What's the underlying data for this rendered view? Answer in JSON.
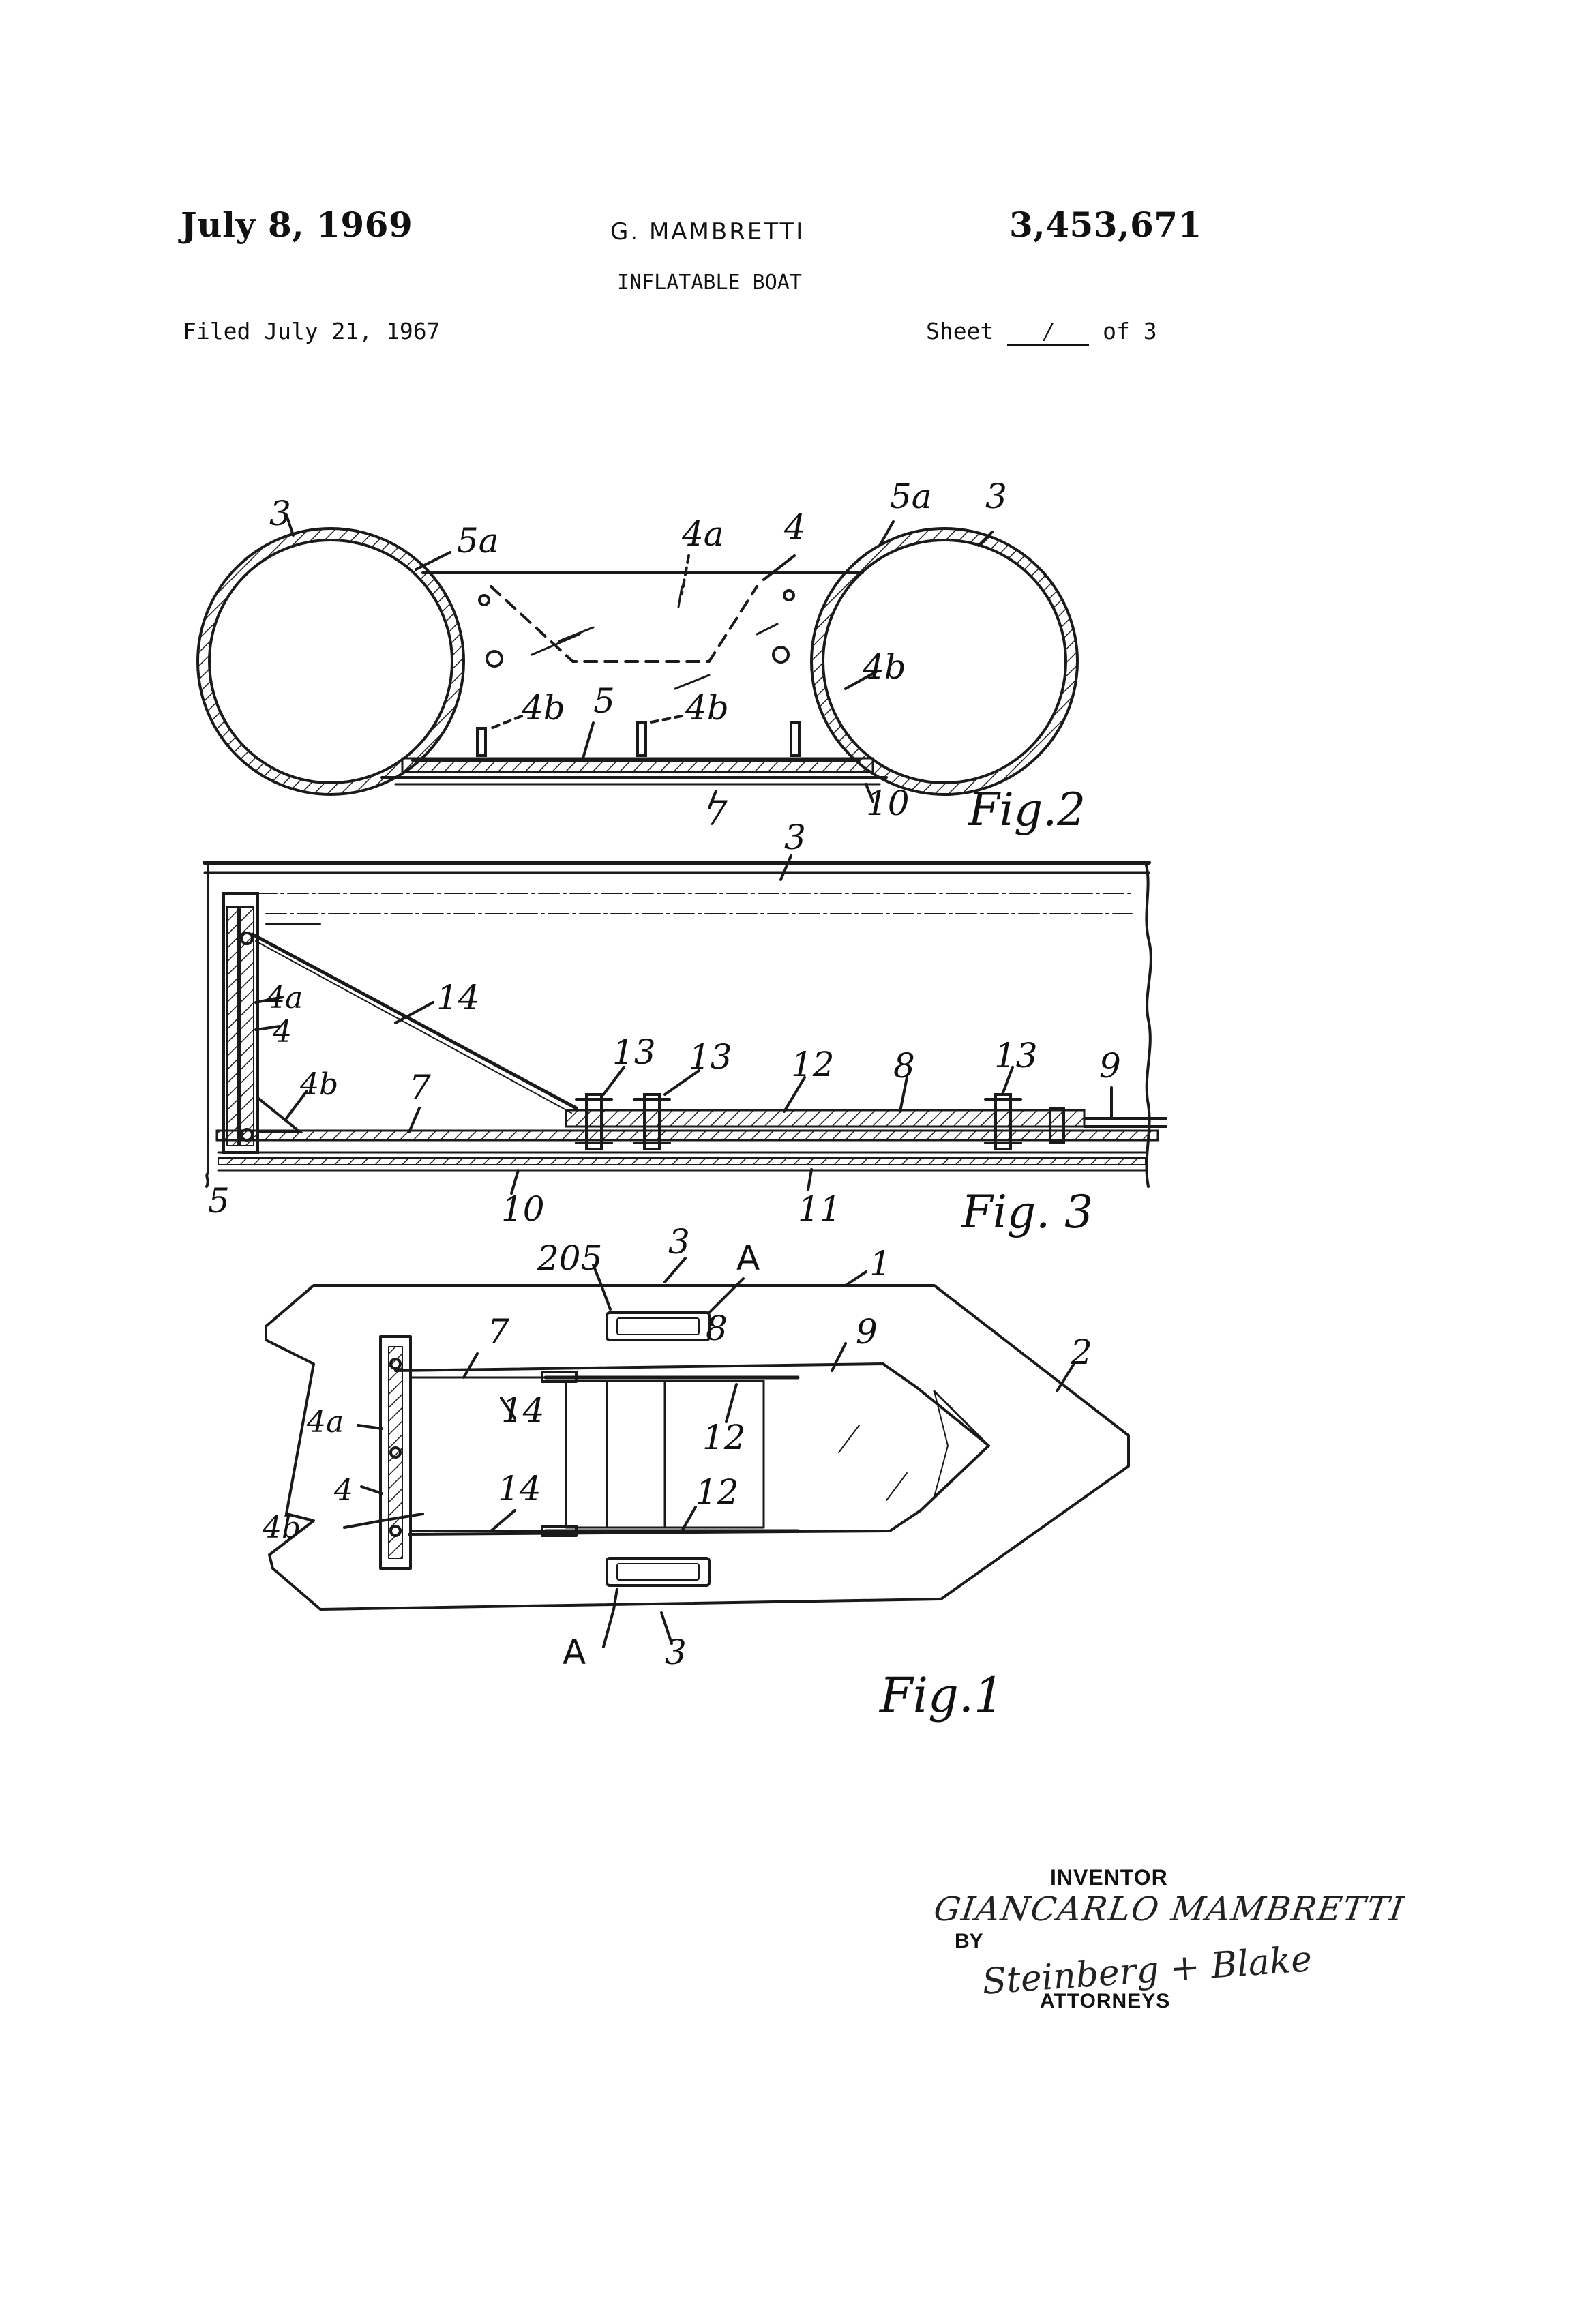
{
  "header": {
    "date": "July 8, 1969",
    "inventor": "G. MAMBRETTI",
    "patent_number": "3,453,671",
    "title": "INFLATABLE BOAT",
    "filed": "Filed July 21, 1967",
    "sheet_prefix": "Sheet",
    "sheet_number": "/",
    "sheet_suffix": "of 3"
  },
  "figures": {
    "fig2": {
      "caption": "Fig.2",
      "labels": [
        "3",
        "5a",
        "4a",
        "4",
        "5a",
        "3",
        "4b",
        "4b",
        "4b",
        "5",
        "7",
        "10"
      ]
    },
    "fig3": {
      "caption": "Fig. 3",
      "labels": [
        "3",
        "4a",
        "4",
        "14",
        "4b",
        "7",
        "13",
        "13",
        "12",
        "8",
        "13",
        "9",
        "5",
        "10",
        "11"
      ]
    },
    "fig1": {
      "caption": "Fig.1",
      "labels": [
        "205",
        "3",
        "A",
        "1",
        "8",
        "9",
        "7",
        "2",
        "4a",
        "14",
        "12",
        "4",
        "14",
        "12",
        "4b",
        "A",
        "3"
      ]
    }
  },
  "signature": {
    "inventor_label": "INVENTOR",
    "inventor_name": "GIANCARLO MAMBRETTI",
    "by_label": "BY",
    "attorney_signature": "Steinberg + Blake",
    "attorney_label": "ATTORNEYS"
  }
}
